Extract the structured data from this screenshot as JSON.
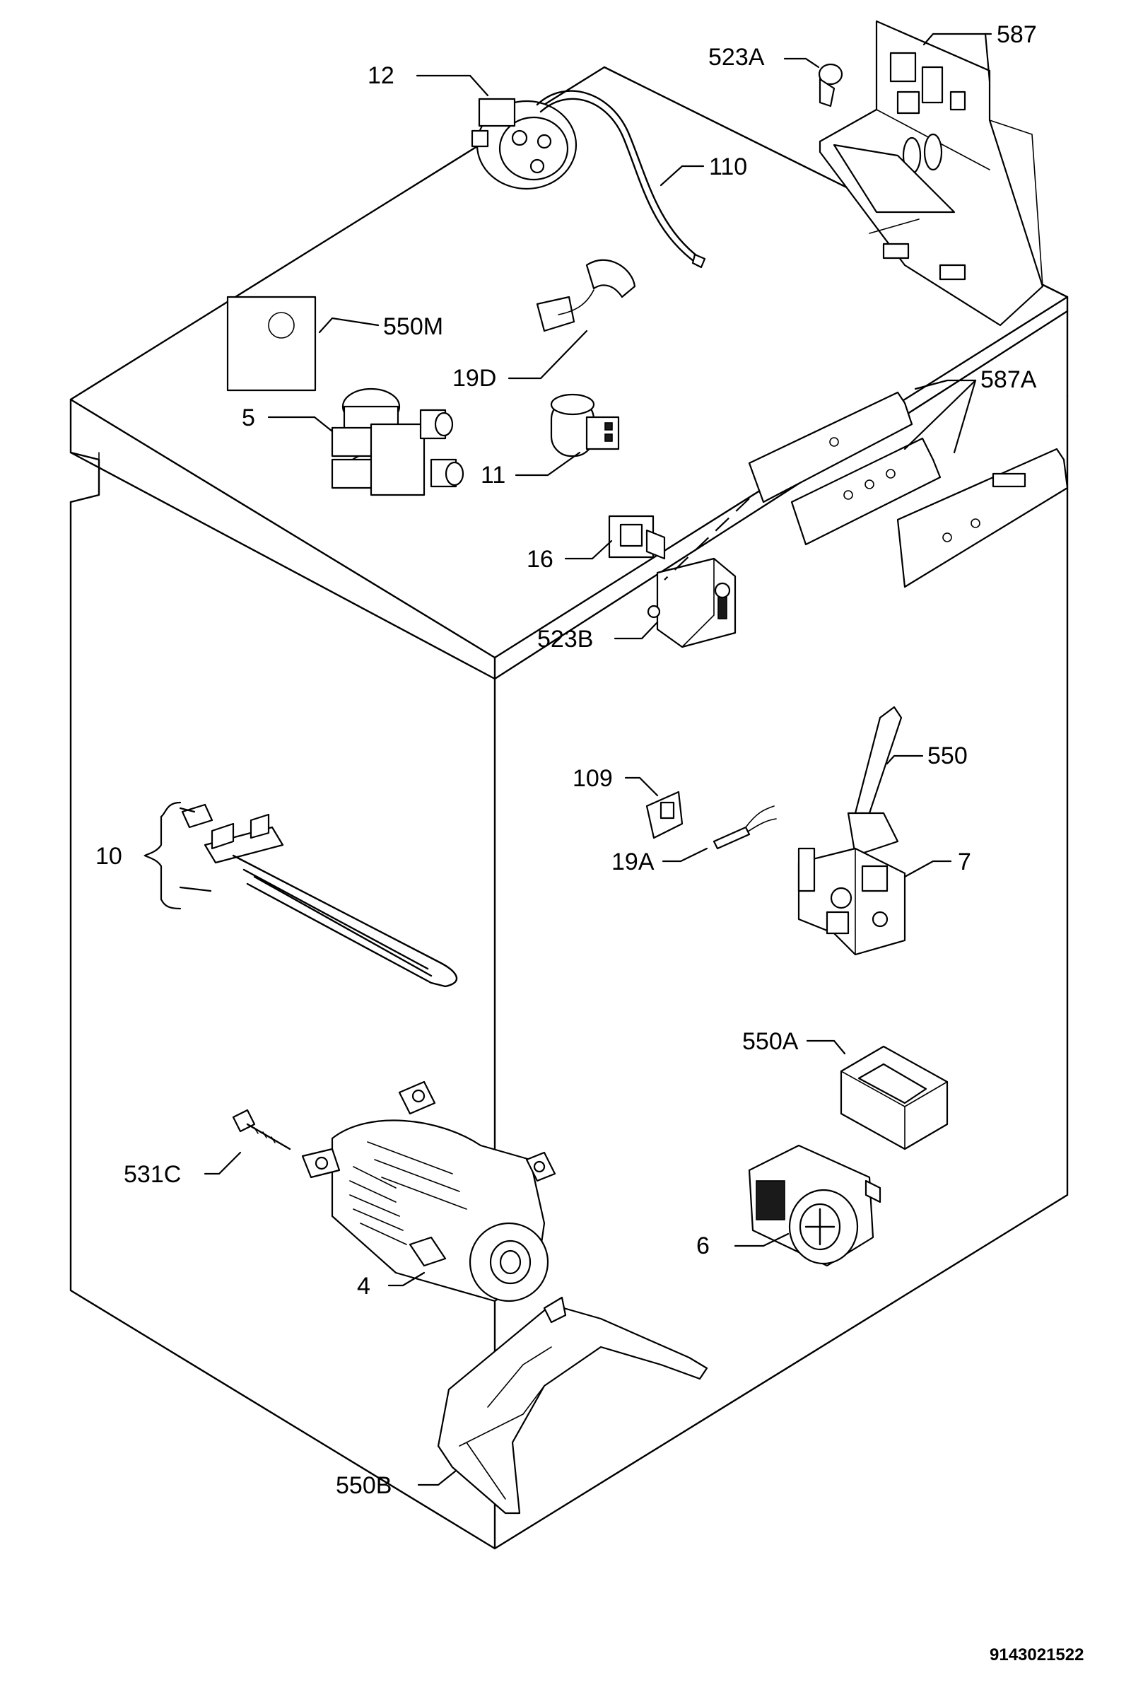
{
  "labels": {
    "p12": "12",
    "p523A": "523A",
    "p587": "587",
    "p110": "110",
    "p550M": "550M",
    "p19D": "19D",
    "p5": "5",
    "p587A": "587A",
    "p11": "11",
    "p16": "16",
    "p523B": "523B",
    "p109": "109",
    "p550": "550",
    "p10": "10",
    "p19A": "19A",
    "p7": "7",
    "p550A": "550A",
    "p531C": "531C",
    "p6": "6",
    "p4": "4",
    "p550B": "550B"
  },
  "drawing_code": "9143021522",
  "colors": {
    "line": "#000000",
    "background": "#ffffff"
  }
}
